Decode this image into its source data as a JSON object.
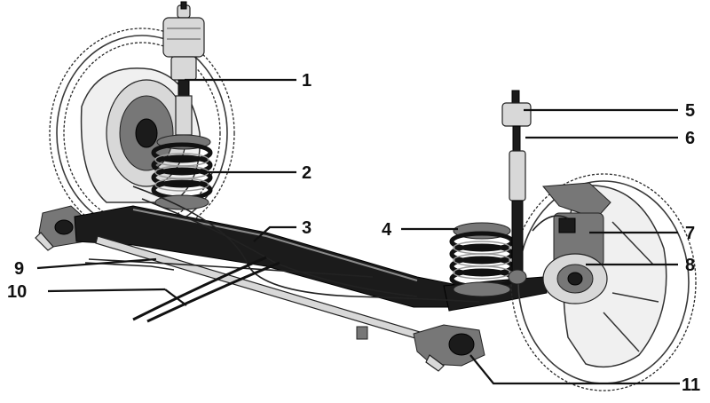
{
  "callouts": [
    {
      "label": "1",
      "part": "shock-absorber"
    },
    {
      "label": "2",
      "part": "coil-spring"
    },
    {
      "label": "3",
      "part": "axle-beam"
    },
    {
      "label": "4",
      "part": "coil-spring"
    },
    {
      "label": "5",
      "part": "shock-absorber-top-mount"
    },
    {
      "label": "6",
      "part": "shock-absorber"
    },
    {
      "label": "7",
      "part": "brake-drum"
    },
    {
      "label": "8",
      "part": "wheel-hub"
    },
    {
      "label": "9",
      "part": "brake-line"
    },
    {
      "label": "10",
      "part": "handbrake-cables"
    },
    {
      "label": "11",
      "part": "axle-mounting-bracket"
    }
  ]
}
